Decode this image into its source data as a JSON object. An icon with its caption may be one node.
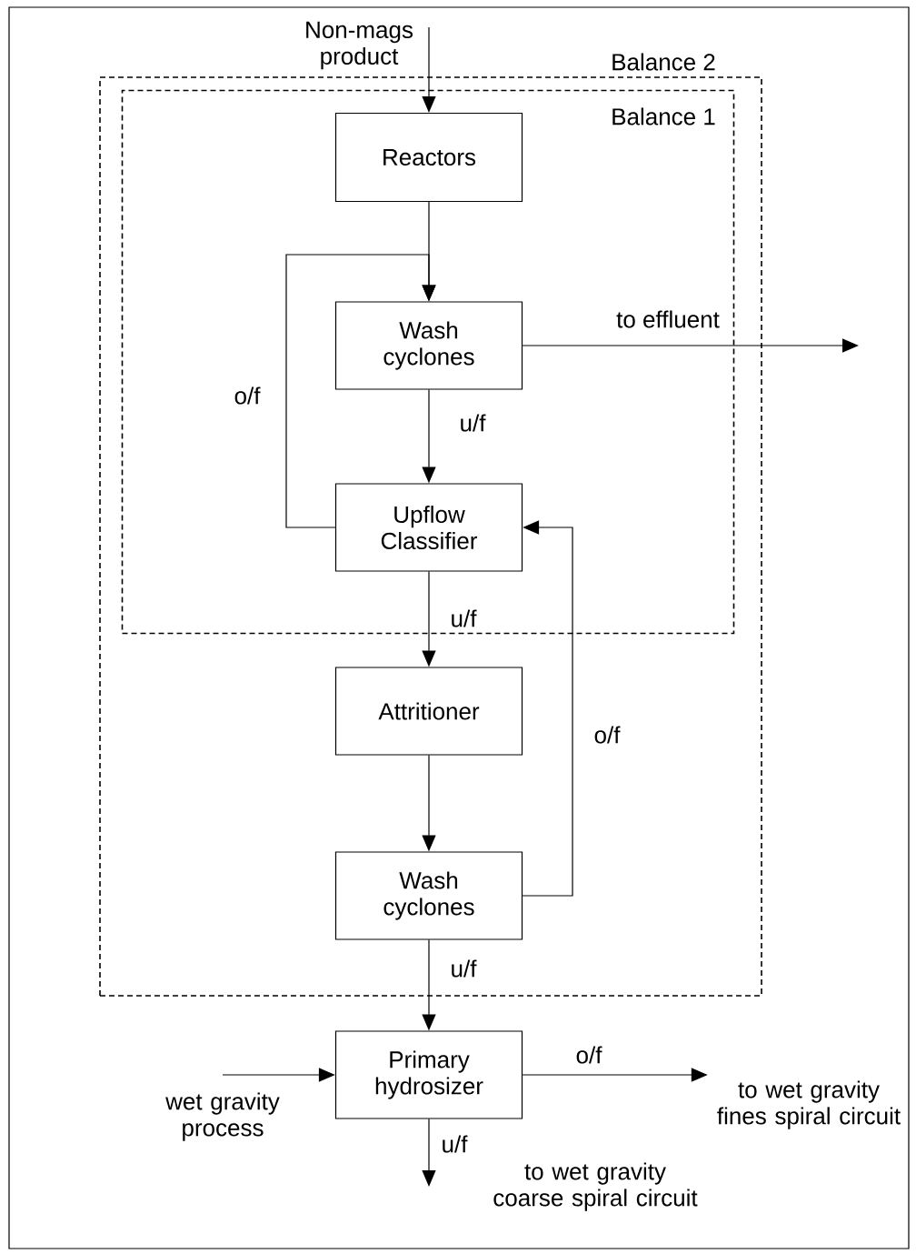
{
  "diagram": {
    "nodes": [
      {
        "text": [
          "Balance 2"
        ]
      },
      {
        "text": [
          "Balance 1"
        ],
        "in": 0
      },
      {
        "text": [
          "Reactors"
        ],
        "in": 1
      },
      {
        "text": [
          "Wash cyclones"
        ],
        "in": 1
      },
      {
        "text": [
          "Upflow Classifier"
        ],
        "in": 1
      },
      {
        "text": [
          "Attritioner"
        ],
        "in": 0
      },
      {
        "text": [
          "Wash cyclones"
        ],
        "in": 0
      },
      {
        "text": [
          "Primary hydrosizer"
        ]
      },
      {
        "text": [
          "Non-mags product"
        ]
      },
      {
        "text": [
          "wet gravity process"
        ]
      },
      {
        "text": [
          "to wet gravity fines spiral circuit"
        ]
      },
      {
        "text": [
          "to wet gravity coarse spiral circuit"
        ]
      }
    ],
    "edges": [
      {
        "from": 8,
        "to": 2,
        "arrow": "to"
      },
      {
        "from": 2,
        "to": 3,
        "arrow": "to"
      },
      {
        "from": 4,
        "to": 3,
        "arrow": "to",
        "label": "o/f"
      },
      {
        "from": 3,
        "to": null,
        "arrow": "to",
        "label": "to effluent"
      },
      {
        "from": 3,
        "to": 4,
        "arrow": "to",
        "label": "u/f"
      },
      {
        "from": 4,
        "to": 5,
        "arrow": "to",
        "label": "u/f"
      },
      {
        "from": 5,
        "to": 6,
        "arrow": "to"
      },
      {
        "from": 6,
        "to": 4,
        "arrow": "to",
        "label": "o/f"
      },
      {
        "from": 6,
        "to": 7,
        "arrow": "to",
        "label": "u/f"
      },
      {
        "from": 9,
        "to": 7,
        "arrow": "to"
      },
      {
        "from": 7,
        "to": 10,
        "arrow": "to",
        "label": "o/f"
      },
      {
        "from": 7,
        "to": 11,
        "arrow": "to",
        "label": "u/f"
      }
    ]
  }
}
